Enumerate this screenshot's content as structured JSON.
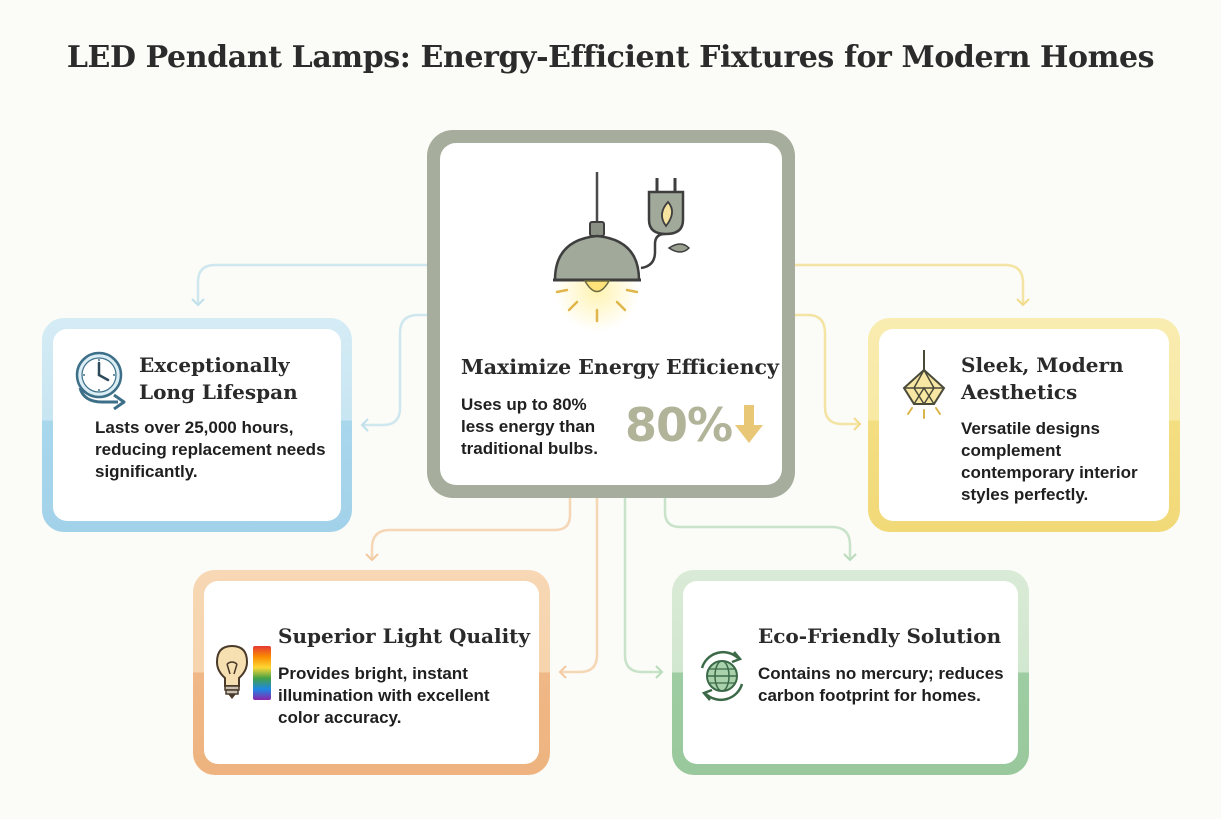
{
  "title": "LED Pendant Lamps: Energy-Efficient Fixtures for Modern Homes",
  "colors": {
    "center": "#a6ad9c",
    "lifespan": "#a9d7ec",
    "aesthetics": "#f4de82",
    "light_quality": "#f0b887",
    "eco": "#9fcda3"
  },
  "center": {
    "heading": "Maximize Energy Efficiency",
    "description": "Uses up to 80% less energy than traditional bulbs.",
    "big_number": "80%",
    "icon": "pendant-lamp-plug-icon"
  },
  "lifespan": {
    "heading": "Exceptionally Long Lifespan",
    "description": "Lasts over 25,000 hours, reducing replacement needs significantly.",
    "icon": "clock-arrow-icon"
  },
  "aesthetics": {
    "heading": "Sleek, Modern Aesthetics",
    "description": "Versatile designs complement contemporary interior styles perfectly.",
    "icon": "geometric-pendant-icon"
  },
  "light_quality": {
    "heading": "Superior Light Quality",
    "description": "Provides bright, instant illumination with excellent color accuracy.",
    "icon": "bulb-spectrum-icon"
  },
  "eco": {
    "heading": "Eco-Friendly Solution",
    "description": "Contains no mercury; reduces carbon footprint for homes.",
    "icon": "recycle-globe-icon"
  }
}
